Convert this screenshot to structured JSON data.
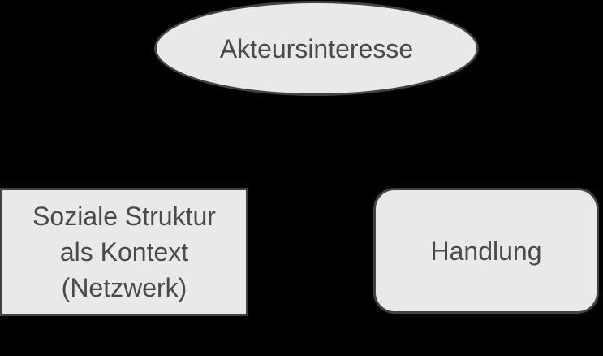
{
  "diagram": {
    "background_color": "#000000",
    "shape_fill_color": "#e9e9e9",
    "shape_border_color": "#424242",
    "text_color": "#4a4a4a",
    "nodes": [
      {
        "id": "akteursinteresse",
        "shape": "ellipse",
        "label": "Akteursinteresse"
      },
      {
        "id": "soziale-struktur",
        "shape": "rectangle",
        "label_lines": [
          "Soziale Struktur",
          "als Kontext",
          "(Netzwerk)"
        ]
      },
      {
        "id": "handlung",
        "shape": "rounded-rectangle",
        "label": "Handlung"
      }
    ]
  }
}
